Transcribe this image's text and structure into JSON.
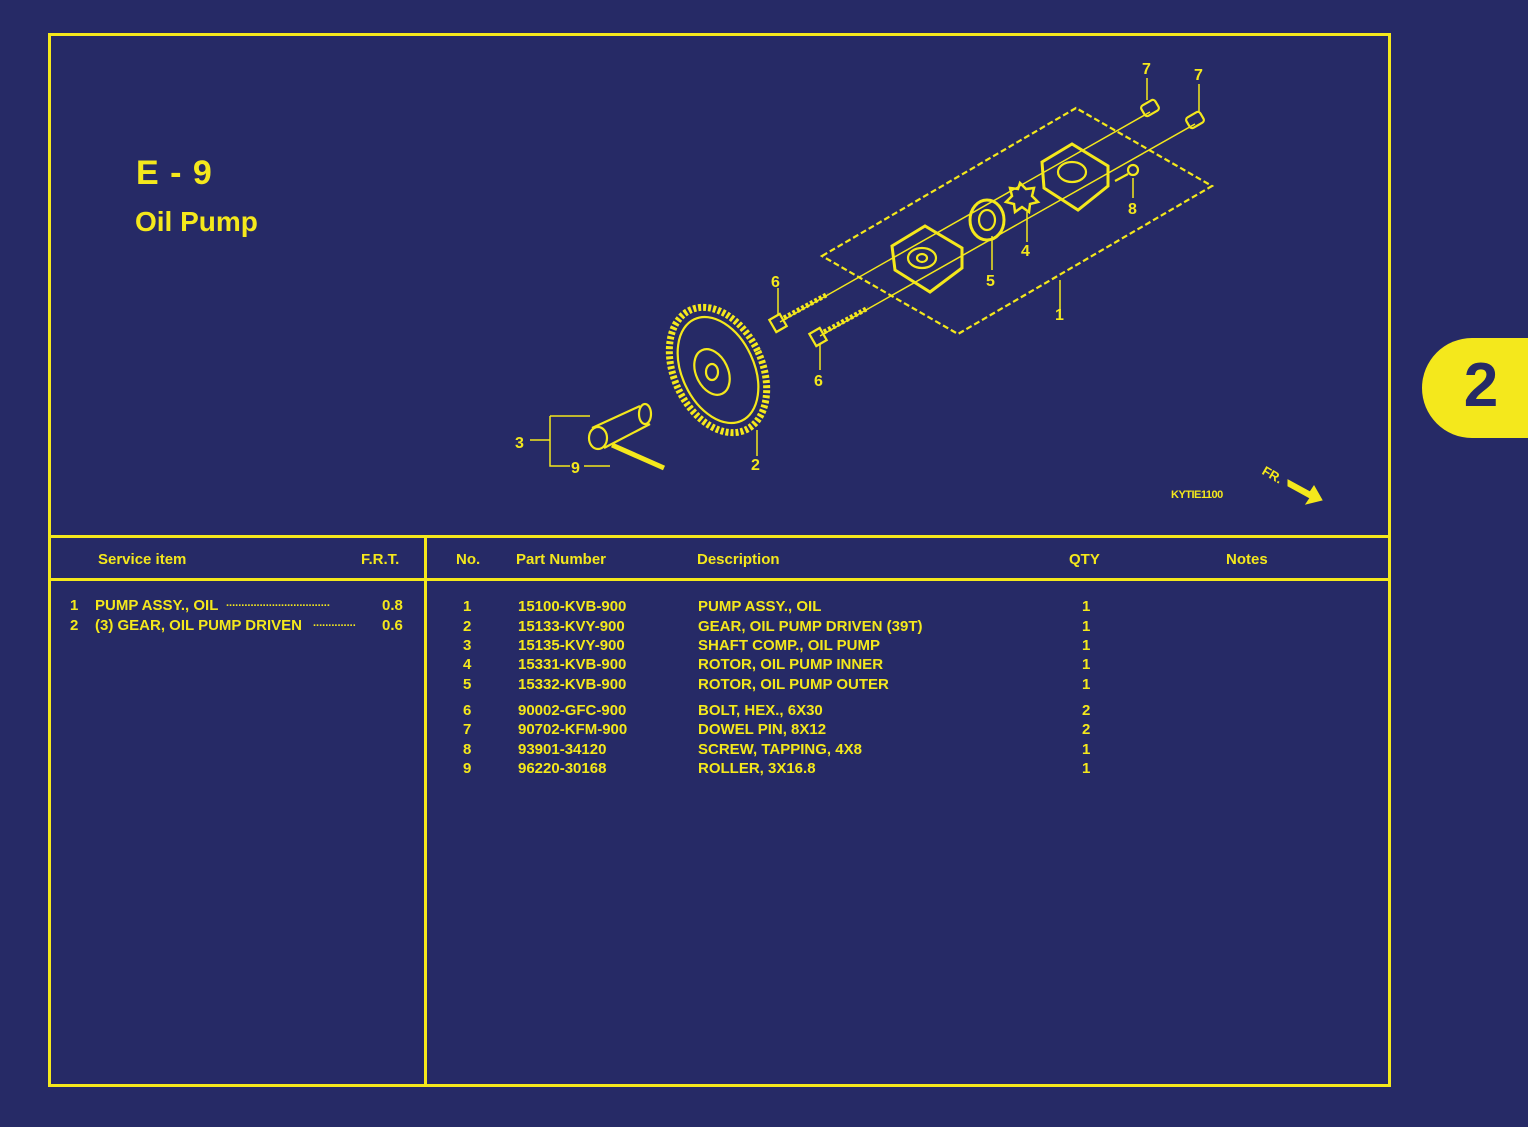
{
  "section": {
    "code": "E - 9",
    "name": "Oil Pump"
  },
  "tab": {
    "number": "2"
  },
  "diagram": {
    "image_code": "KYTIE1100",
    "direction_label": "FR.",
    "callouts": [
      "1",
      "2",
      "3",
      "4",
      "5",
      "6",
      "6",
      "7",
      "7",
      "8",
      "9"
    ]
  },
  "service_table": {
    "headers": {
      "item": "Service item",
      "frt": "F.R.T."
    },
    "rows": [
      {
        "no": "1",
        "item": "PUMP ASSY., OIL",
        "dots": "..................................",
        "frt": "0.8"
      },
      {
        "no": "2",
        "item": "(3) GEAR, OIL PUMP DRIVEN",
        "dots": "..............",
        "frt": "0.6"
      }
    ]
  },
  "parts_table": {
    "headers": {
      "no": "No.",
      "part_number": "Part Number",
      "description": "Description",
      "qty": "QTY",
      "notes": "Notes"
    },
    "rows": [
      {
        "no": "1",
        "part_number": "15100-KVB-900",
        "description": "PUMP ASSY., OIL",
        "qty": "1"
      },
      {
        "no": "2",
        "part_number": "15133-KVY-900",
        "description": "GEAR, OIL PUMP DRIVEN (39T)",
        "qty": "1"
      },
      {
        "no": "3",
        "part_number": "15135-KVY-900",
        "description": "SHAFT COMP., OIL PUMP",
        "qty": "1"
      },
      {
        "no": "4",
        "part_number": "15331-KVB-900",
        "description": "ROTOR, OIL PUMP INNER",
        "qty": "1"
      },
      {
        "no": "5",
        "part_number": "15332-KVB-900",
        "description": "ROTOR, OIL PUMP OUTER",
        "qty": "1"
      },
      {
        "no": "6",
        "part_number": "90002-GFC-900",
        "description": "BOLT, HEX., 6X30",
        "qty": "2"
      },
      {
        "no": "7",
        "part_number": "90702-KFM-900",
        "description": "DOWEL PIN, 8X12",
        "qty": "2"
      },
      {
        "no": "8",
        "part_number": "93901-34120",
        "description": "SCREW, TAPPING, 4X8",
        "qty": "1"
      },
      {
        "no": "9",
        "part_number": "96220-30168",
        "description": "ROLLER, 3X16.8",
        "qty": "1"
      }
    ]
  },
  "colors": {
    "background": "#262a66",
    "accent": "#f4e81c"
  }
}
